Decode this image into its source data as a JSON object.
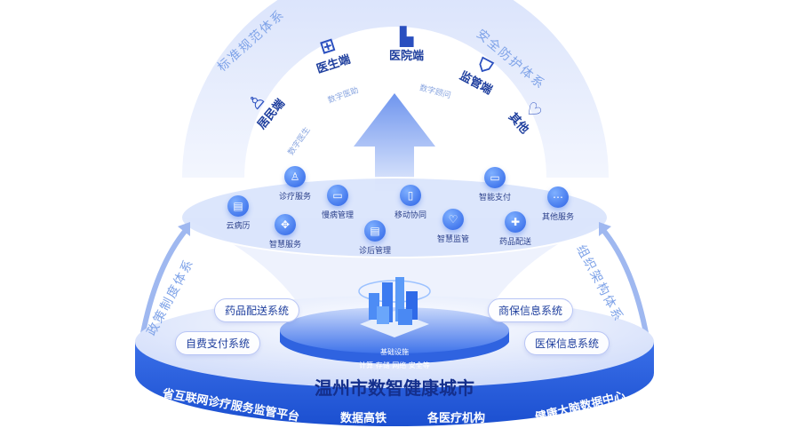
{
  "arc_labels": {
    "left": "标准规范体系",
    "right": "安全防护体系",
    "side_left": "政策制度体系",
    "side_right": "组织架构体系"
  },
  "terminals": [
    {
      "label": "居民端",
      "icon": "user-icon"
    },
    {
      "label": "医生端",
      "icon": "medical-kit-icon"
    },
    {
      "label": "医院端",
      "icon": "hospital-building-icon"
    },
    {
      "label": "监管端",
      "icon": "shield-check-icon"
    },
    {
      "label": "其他",
      "icon": "heart-icon"
    }
  ],
  "digital_labels": [
    "数字医生",
    "数字医助",
    "数字顾问"
  ],
  "services": [
    {
      "label": "云病历",
      "icon": "document-icon"
    },
    {
      "label": "诊疗服务",
      "icon": "user-icon"
    },
    {
      "label": "智慧服务",
      "icon": "puzzle-icon"
    },
    {
      "label": "慢病管理",
      "icon": "folder-icon"
    },
    {
      "label": "诊后管理",
      "icon": "document-icon"
    },
    {
      "label": "移动协同",
      "icon": "tablet-icon"
    },
    {
      "label": "智慧监管",
      "icon": "heart-icon"
    },
    {
      "label": "智能支付",
      "icon": "card-icon"
    },
    {
      "label": "药品配送",
      "icon": "plus-icon"
    },
    {
      "label": "其他服务",
      "icon": "more-icon"
    }
  ],
  "systems": [
    "药品配送系统",
    "自费支付系统",
    "商保信息系统",
    "医保信息系统"
  ],
  "infrastructure": {
    "title": "基础设施",
    "detail": "计算 存储  网络 安全等"
  },
  "main_title": "温州市数智健康城市",
  "base_items": [
    "省互联网诊疗服务监管平台",
    "数据高铁",
    "各医疗机构",
    "健康大脑数据中心"
  ],
  "colors": {
    "primary": "#2d63e6",
    "dark": "#142f8c",
    "light": "#e3eafc"
  }
}
